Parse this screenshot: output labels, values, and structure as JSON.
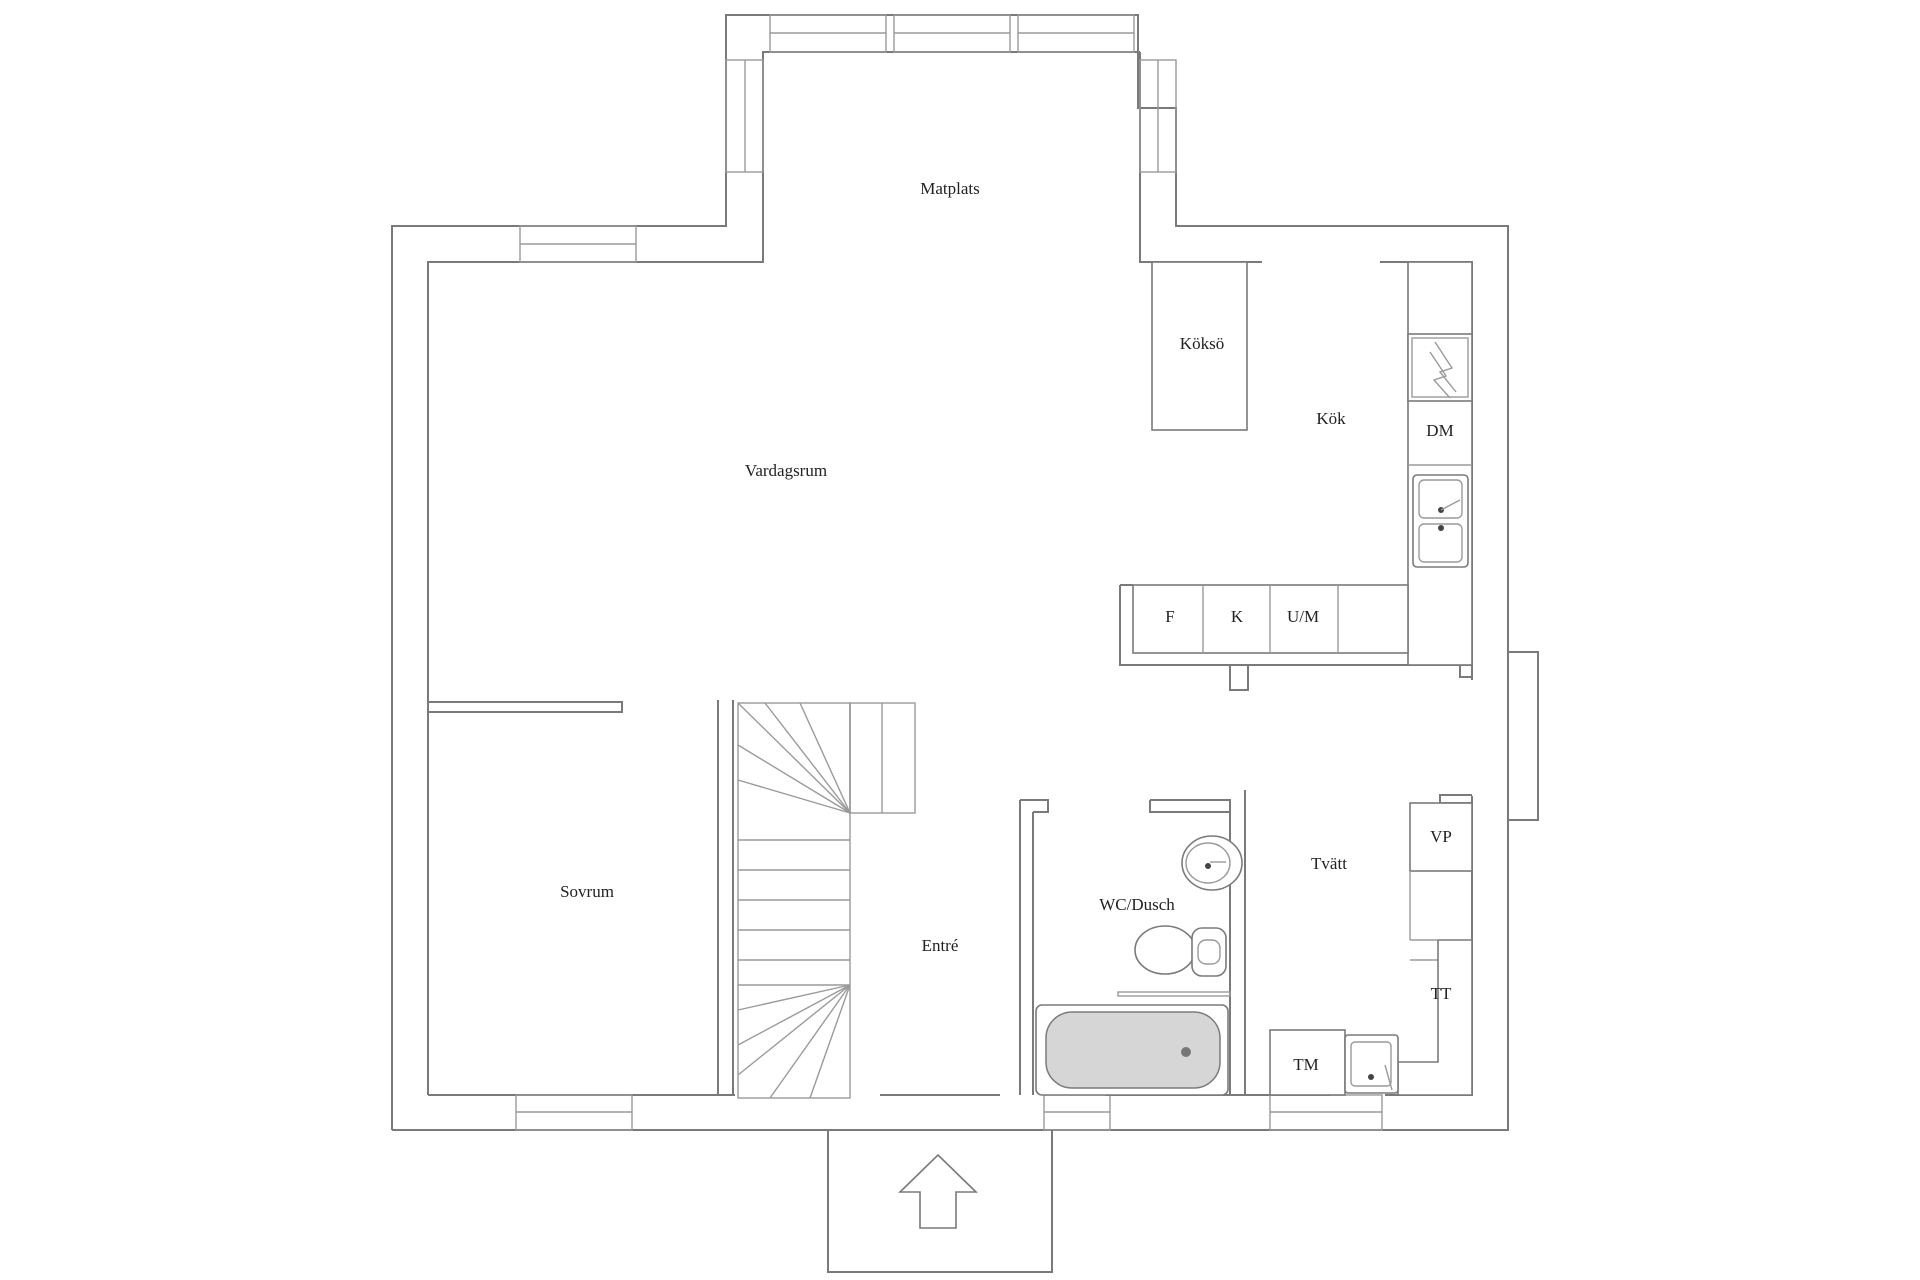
{
  "rooms": {
    "matplats": "Matplats",
    "koksö": "Köksö",
    "kok": "Kök",
    "vardagsrum": "Vardagsrum",
    "sovrum": "Sovrum",
    "entre": "Entré",
    "wc_dusch": "WC/Dusch",
    "tvatt": "Tvätt"
  },
  "appliances": {
    "dm": "DM",
    "f": "F",
    "k": "K",
    "um": "U/M",
    "vp": "VP",
    "tt": "TT",
    "tm": "TM"
  },
  "colors": {
    "wall": "#7a7a7a",
    "text": "#222222",
    "background": "#ffffff"
  }
}
